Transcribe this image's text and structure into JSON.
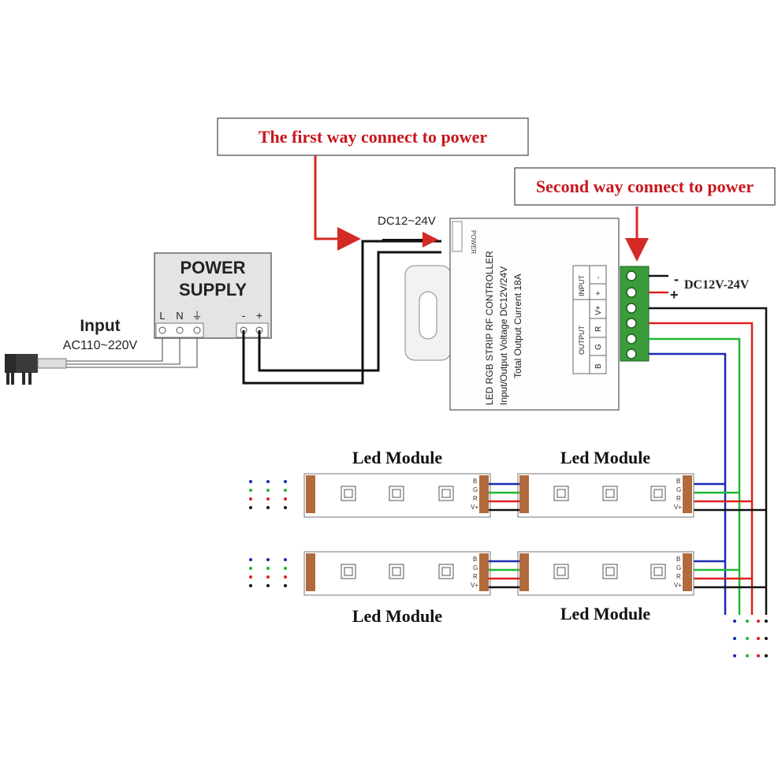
{
  "callouts": {
    "first": "The first way connect to power",
    "second": "Second way connect to power"
  },
  "power_supply": {
    "title_line1": "POWER",
    "title_line2": "SUPPLY",
    "terminal_l": "L",
    "terminal_n": "N",
    "terminal_ground": "⏚",
    "terminal_minus": "-",
    "terminal_plus": "+"
  },
  "input": {
    "label": "Input",
    "voltage": "AC110~220V"
  },
  "controller": {
    "dc_label": "DC12~24V",
    "power_jack_label": "POWER",
    "line1": "LED RGB STRIP RF CONTROLLER",
    "line2": "Input/Output Voltage DC12V/24V",
    "line3": "Total Output Current 18A",
    "output_title": "OUTPUT",
    "output_b": "B",
    "output_g": "G",
    "output_r": "R",
    "output_vplus": "V+",
    "input_title": "INPUT",
    "input_plus": "+",
    "input_minus": "-"
  },
  "dc_right": {
    "label": "DC12V-24V",
    "minus": "-",
    "plus": "+"
  },
  "modules": {
    "top_left": "Led Module",
    "top_right": "Led Module",
    "bottom_left": "Led Module",
    "bottom_right": "Led Module",
    "strip_pad_b": "B",
    "strip_pad_g": "G",
    "strip_pad_r": "R",
    "strip_pad_v": "V+"
  },
  "colors": {
    "callout_text": "#c8161d",
    "arrow": "#d42a26",
    "wire_red": "#e02020",
    "wire_green": "#1fb832",
    "wire_blue": "#1a2ab5",
    "wire_black": "#111111",
    "terminal_green": "#3a9c3a",
    "copper": "#b06a3c"
  }
}
